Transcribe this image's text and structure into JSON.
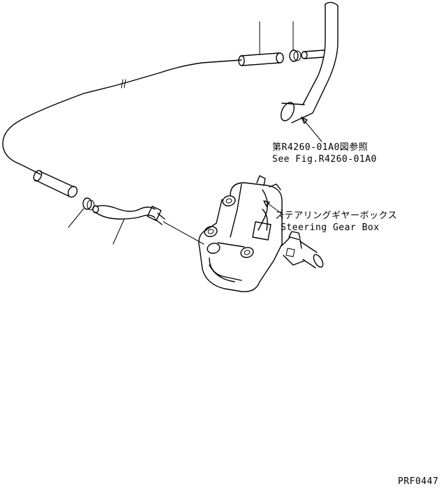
{
  "reference": {
    "line1": "第R4260-01A0図参照",
    "line2": "See Fig.R4260-01A0"
  },
  "component": {
    "name_jp": "ステアリングギヤーボックス",
    "name_en": "Steering Gear Box"
  },
  "drawing_code": "PRF0447"
}
